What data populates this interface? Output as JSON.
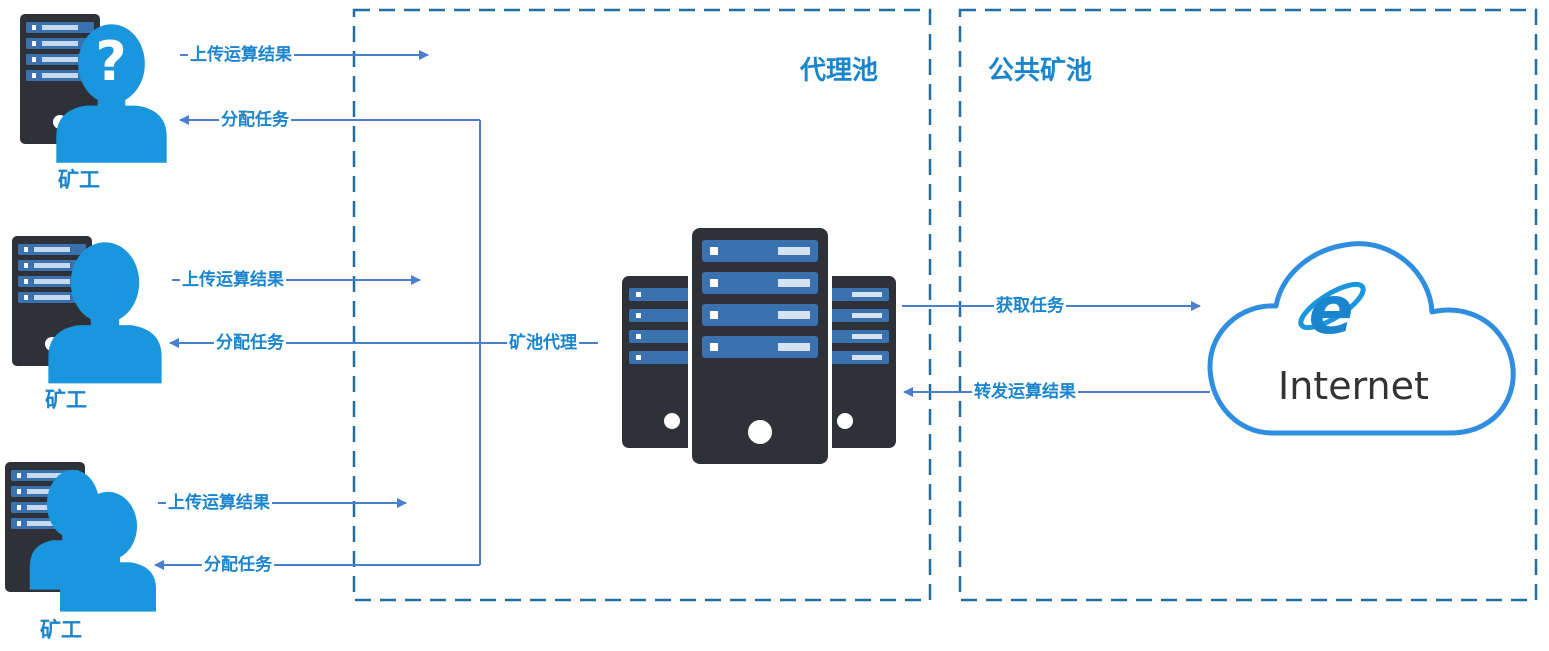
{
  "zones": {
    "proxy_pool": "代理池",
    "public_pool": "公共矿池"
  },
  "miners": [
    {
      "caption": "矿工",
      "upload_label": "上传运算结果",
      "assign_label": "分配任务"
    },
    {
      "caption": "矿工",
      "upload_label": "上传运算结果",
      "assign_label": "分配任务"
    },
    {
      "caption": "矿工",
      "upload_label": "上传运算结果",
      "assign_label": "分配任务"
    }
  ],
  "proxy": {
    "label": "矿池代理"
  },
  "links": {
    "fetch_task": "获取任务",
    "forward_result": "转发运算结果"
  },
  "internet": {
    "text": "Internet"
  },
  "colors": {
    "accent": "#1a84cc",
    "miner_blue": "#1a96de",
    "arrow": "#4a7fd0",
    "dashed_border": "#1f6fa0",
    "server_dark": "#2e3238",
    "server_slot": "#3a72b0",
    "cloud_stroke": "#2f8ee0"
  }
}
